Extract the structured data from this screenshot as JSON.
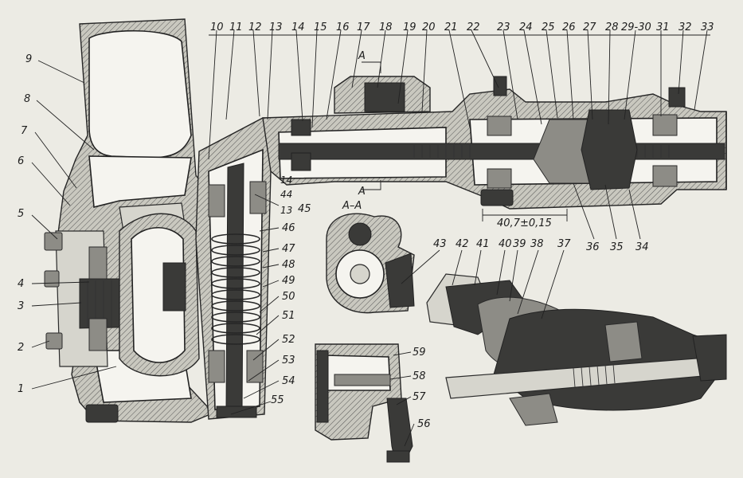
{
  "labels": {
    "n1": "1",
    "n2": "2",
    "n3": "3",
    "n4": "4",
    "n5": "5",
    "n6": "6",
    "n7": "7",
    "n8": "8",
    "n9": "9",
    "n10": "10",
    "n11": "11",
    "n12": "12",
    "n13": "13",
    "n14": "14",
    "n15": "15",
    "n16": "16",
    "n17": "17",
    "n18": "18",
    "n19": "19",
    "n20": "20",
    "n21": "21",
    "n22": "22",
    "n23": "23",
    "n24": "24",
    "n25": "25",
    "n26": "26",
    "n27": "27",
    "n28": "28",
    "n29_30": "29-30",
    "n31": "31",
    "n32": "32",
    "n33": "33",
    "n14b": "14",
    "n44": "44",
    "n13b": "13",
    "n45": "45",
    "n46": "46",
    "n47": "47",
    "n48": "48",
    "n49": "49",
    "n50": "50",
    "n51": "51",
    "n52": "52",
    "n53": "53",
    "n54": "54",
    "n55": "55",
    "n34": "34",
    "n35": "35",
    "n36": "36",
    "n37": "37",
    "n38": "38",
    "n39": "39",
    "n40": "40",
    "n41": "41",
    "n42": "42",
    "n43": "43",
    "n56": "56",
    "n57": "57",
    "n58": "58",
    "n59": "59"
  },
  "section_labels": {
    "a_top": "A",
    "a_bottom": "A",
    "a_a_title": "A–A"
  },
  "dimension": "40,7±0,15"
}
